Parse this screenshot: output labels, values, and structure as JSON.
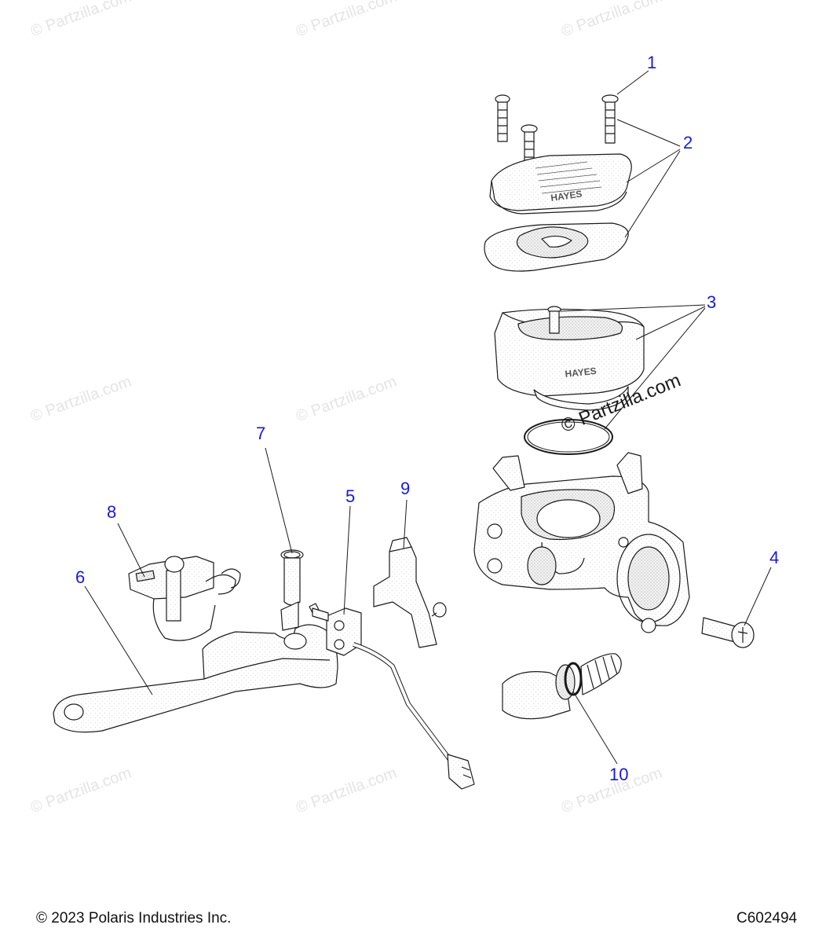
{
  "watermark_text": "© Partzilla.com",
  "watermark_main_text": "© Partzilla.com",
  "callouts": [
    {
      "id": "1",
      "label": "1"
    },
    {
      "id": "2",
      "label": "2"
    },
    {
      "id": "3",
      "label": "3"
    },
    {
      "id": "4",
      "label": "4"
    },
    {
      "id": "5",
      "label": "5"
    },
    {
      "id": "6",
      "label": "6"
    },
    {
      "id": "7",
      "label": "7"
    },
    {
      "id": "8",
      "label": "8"
    },
    {
      "id": "9",
      "label": "9"
    },
    {
      "id": "10",
      "label": "10"
    }
  ],
  "footer": {
    "copyright": "© 2023 Polaris Industries Inc.",
    "diagram_code": "C602494"
  },
  "embossed": {
    "cover_brand": "HAYES",
    "reservoir_brand": "HAYES"
  },
  "colors": {
    "callout": "#1a1ad6",
    "line": "#1a1a1a",
    "watermark": "#e4e4e4"
  }
}
